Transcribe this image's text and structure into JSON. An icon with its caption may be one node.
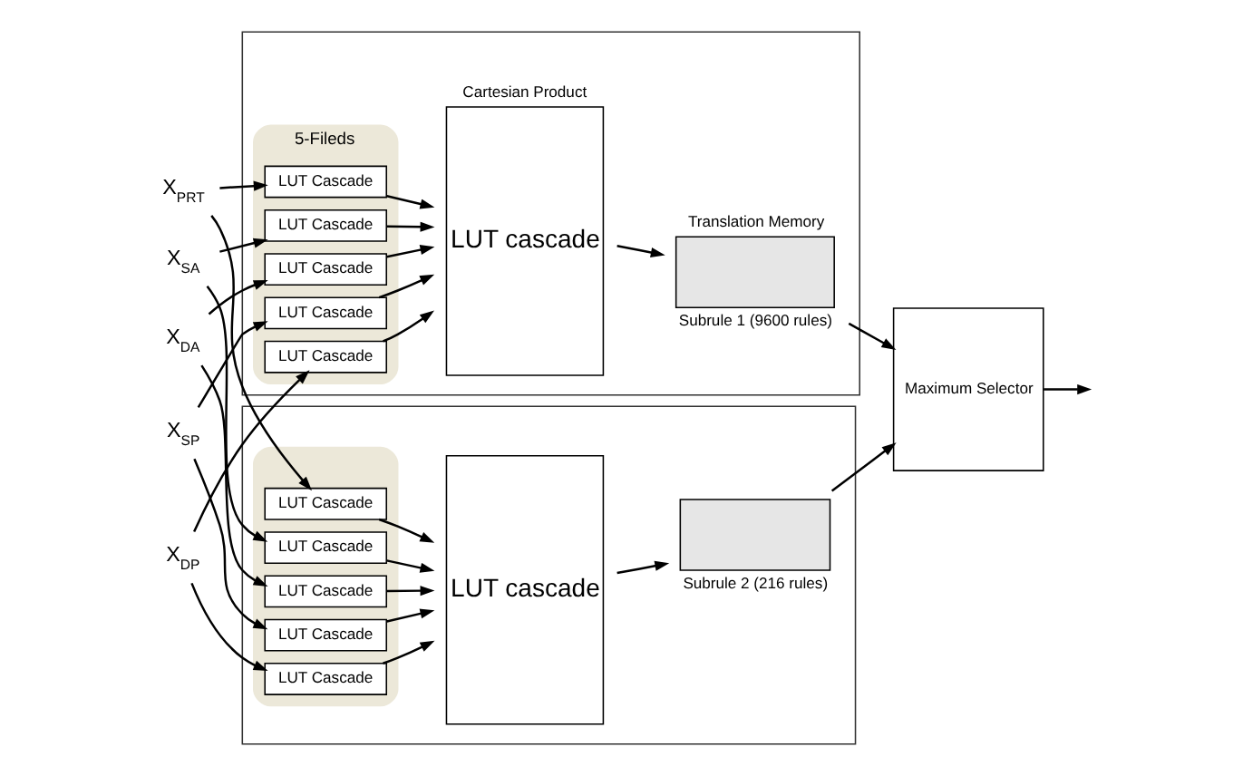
{
  "diagram": {
    "nodes": [
      {
        "text": [
          "X$_{SA}$"
        ]
      },
      {
        "text": [
          "X$_{DA}$"
        ]
      },
      {
        "text": [
          "X$_{SP}$"
        ]
      },
      {
        "text": [
          "X$_{DP}$"
        ]
      },
      {
        "text": [
          "X$_{PRT}$"
        ]
      },
      {
        "text": [],
        "shape": "box"
      },
      {
        "text": [
          "5-Fileds"
        ],
        "in": 5
      },
      {
        "text": [
          "LUT Cascade"
        ],
        "in": 6
      },
      {
        "text": [
          "LUT Cascade"
        ],
        "in": 6
      },
      {
        "text": [
          "LUT Cascade"
        ],
        "in": 6
      },
      {
        "text": [
          "LUT Cascade"
        ],
        "in": 6
      },
      {
        "text": [
          "LUT Cascade"
        ],
        "in": 6
      },
      {
        "text": [
          "Cartesian Product",
          "LUT cascade"
        ],
        "in": 5
      },
      {
        "text": [
          "Translation Memory"
        ],
        "beside": [
          "Subrule 1 (9600 rules)"
        ],
        "in": 5
      },
      {
        "text": [
          "Maximum Selector"
        ]
      },
      {
        "text": [],
        "shape": "box"
      },
      {
        "text": [],
        "shape": "box",
        "in": 15
      },
      {
        "text": [
          "LUT Cascade"
        ],
        "in": 16
      },
      {
        "text": [
          "LUT Cascade"
        ],
        "in": 16
      },
      {
        "text": [
          "LUT Cascade"
        ],
        "in": 16
      },
      {
        "text": [
          "LUT Cascade"
        ],
        "in": 16
      },
      {
        "text": [
          "LUT Cascade"
        ],
        "in": 16
      },
      {
        "text": [
          "LUT cascade"
        ],
        "in": 15
      },
      {
        "text": [],
        "shape": "box",
        "beside": [
          "Subrule 2 (216 rules)"
        ],
        "in": 15
      }
    ],
    "edges": [
      {
        "from": 0,
        "to": 7,
        "arrow": "to"
      },
      {
        "from": 0,
        "to": 17,
        "arrow": "to"
      },
      {
        "from": 1,
        "to": 8,
        "arrow": "to"
      },
      {
        "from": 1,
        "to": 18,
        "arrow": "to"
      },
      {
        "from": 2,
        "to": 9,
        "arrow": "to"
      },
      {
        "from": 2,
        "to": 19,
        "arrow": "to"
      },
      {
        "from": 3,
        "to": 10,
        "arrow": "to"
      },
      {
        "from": 3,
        "to": 20,
        "arrow": "to"
      },
      {
        "from": 4,
        "to": 11,
        "arrow": "to"
      },
      {
        "from": 4,
        "to": 21,
        "arrow": "to"
      },
      {
        "from": 7,
        "to": 12,
        "arrow": "to"
      },
      {
        "from": 8,
        "to": 12,
        "arrow": "to"
      },
      {
        "from": 9,
        "to": 12,
        "arrow": "to"
      },
      {
        "from": 10,
        "to": 12,
        "arrow": "to"
      },
      {
        "from": 11,
        "to": 12,
        "arrow": "to"
      },
      {
        "from": 12,
        "to": 13,
        "arrow": "to"
      },
      {
        "from": 13,
        "to": 14,
        "arrow": "to"
      },
      {
        "from": 17,
        "to": 22,
        "arrow": "to"
      },
      {
        "from": 18,
        "to": 22,
        "arrow": "to"
      },
      {
        "from": 19,
        "to": 22,
        "arrow": "to"
      },
      {
        "from": 20,
        "to": 22,
        "arrow": "to"
      },
      {
        "from": 21,
        "to": 22,
        "arrow": "to"
      },
      {
        "from": 22,
        "to": 23,
        "arrow": "to"
      },
      {
        "from": 23,
        "to": 14,
        "arrow": "to"
      },
      {
        "from": 14,
        "to": null,
        "arrow": "to"
      }
    ]
  }
}
